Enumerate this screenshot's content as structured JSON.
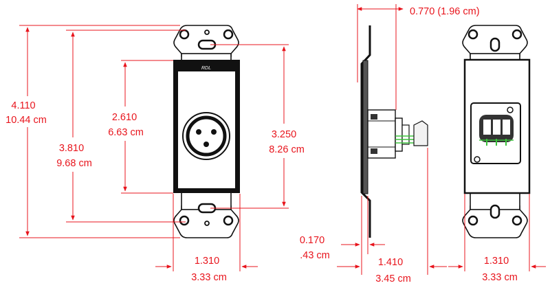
{
  "colors": {
    "dimension": "#e8141c",
    "outline": "#111111",
    "metal": "#c9c9c9",
    "wire_green": "#3cc33c"
  },
  "front_view": {
    "logo": "RDL",
    "height_overall_in": "4.110",
    "height_overall_cm": "10.44 cm",
    "height_mount_in": "3.810",
    "height_mount_cm": "9.68 cm",
    "height_panel_in": "2.610",
    "height_panel_cm": "6.63 cm",
    "height_holes_in": "3.250",
    "height_holes_cm": "8.26 cm",
    "width_in": "1.310",
    "width_cm": "3.33 cm"
  },
  "side_view": {
    "depth_in": "0.770 (1.96 cm)",
    "plate_in": "0.170",
    "plate_cm": ".43 cm",
    "total_depth_in": "1.410",
    "total_depth_cm": "3.45 cm"
  },
  "rear_view": {
    "width_in": "1.310",
    "width_cm": "3.33 cm"
  }
}
